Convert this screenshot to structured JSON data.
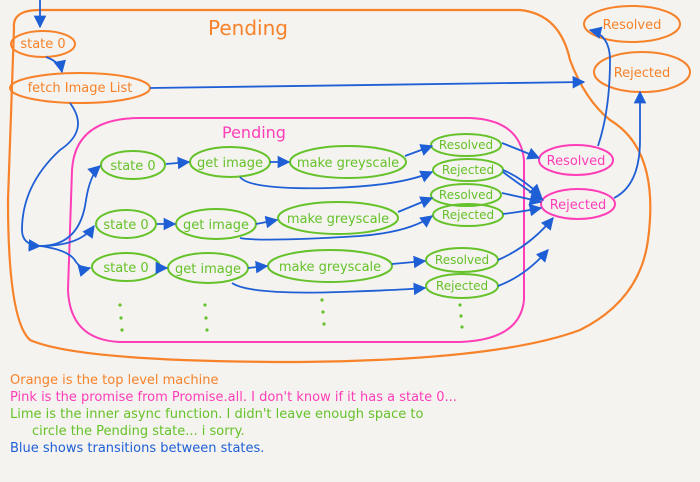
{
  "colors": {
    "orange": "#f7822a",
    "pink": "#ff3db8",
    "lime": "#66c22a",
    "blue": "#1f5fd6",
    "paper": "#f4f3ef"
  },
  "outer": {
    "label": "Pending",
    "nodes": {
      "state0": "state 0",
      "fetch": "fetch Image List",
      "resolved": "Resolved",
      "rejected": "Rejected"
    }
  },
  "promise_all": {
    "label": "Pending",
    "resolved": "Resolved",
    "rejected": "Rejected"
  },
  "rows": [
    {
      "state0": "state 0",
      "get_image": "get image",
      "greyscale": "make greyscale",
      "resolved": "Resolved",
      "rejected": "Rejected"
    },
    {
      "state0": "state 0",
      "get_image": "get image",
      "greyscale": "make greyscale",
      "resolved": "Resolved",
      "rejected": "Rejected"
    },
    {
      "state0": "state 0",
      "get_image": "get image",
      "greyscale": "make greyscale",
      "resolved": "Resolved",
      "rejected": "Rejected"
    }
  ],
  "notes": {
    "orange": "Orange is the top level machine",
    "pink": "Pink is the promise from Promise.all. I don't know if it has a state 0...",
    "lime_1": "Lime is the inner async function. I didn't leave enough space to",
    "lime_2": "circle the Pending state... i sorry.",
    "blue": "Blue shows transitions between states."
  }
}
